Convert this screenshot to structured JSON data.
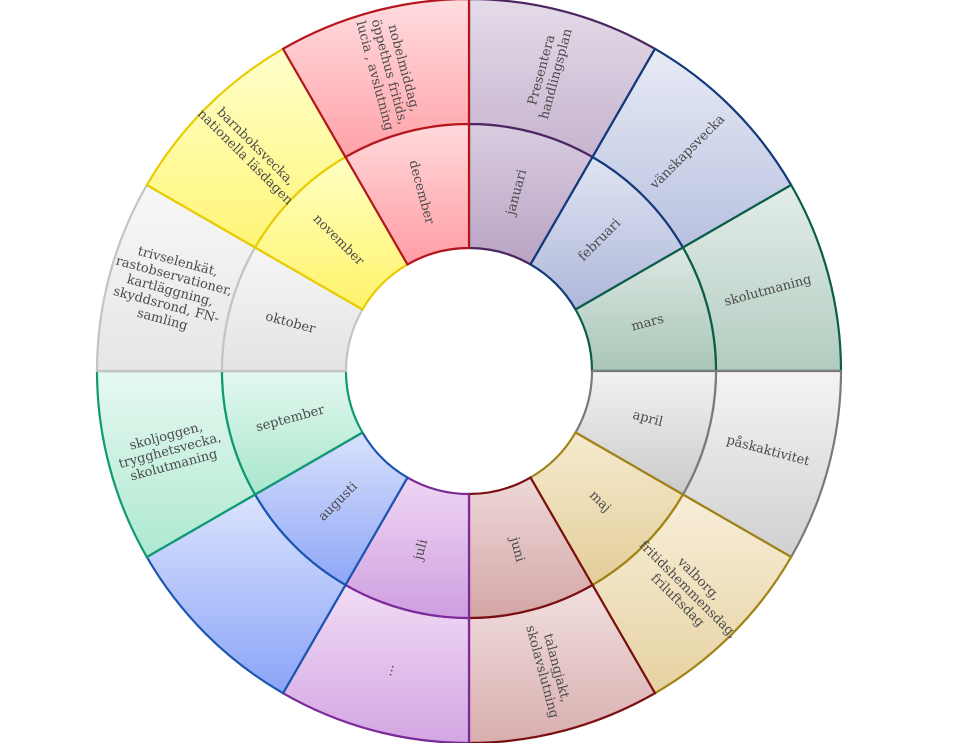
{
  "wheel": {
    "months": [
      {
        "id": "januari",
        "label": "januari",
        "activity": [
          "Presentera",
          "handlingsplan"
        ],
        "stroke": "#4b2660",
        "inner": [
          "#d9cde0",
          "#b9a3c4"
        ],
        "outer": [
          "#e4dbe8",
          "#c6b4cf"
        ]
      },
      {
        "id": "februari",
        "label": "februari",
        "activity": [
          "vänskapsvecka"
        ],
        "stroke": "#123a7a",
        "inner": [
          "#e0e4f2",
          "#aeb7d9"
        ],
        "outer": [
          "#e8ebf6",
          "#b8c1df"
        ]
      },
      {
        "id": "mars",
        "label": "mars",
        "activity": [
          "skolutmaning"
        ],
        "stroke": "#0b5e47",
        "inner": [
          "#dce8e2",
          "#a9c6b8"
        ],
        "outer": [
          "#e3ede8",
          "#b2ccc0"
        ]
      },
      {
        "id": "april",
        "label": "april",
        "activity": [
          "påskaktivitet"
        ],
        "stroke": "#7a7a7a",
        "inner": [
          "#f2f2f2",
          "#cacaca"
        ],
        "outer": [
          "#f4f4f4",
          "#d0d0d0"
        ]
      },
      {
        "id": "maj",
        "label": "maj",
        "activity": [
          "valborg,",
          "fritidshemmensdag,",
          "friluftsdag"
        ],
        "stroke": "#a08214",
        "inner": [
          "#f6ead0",
          "#e3cd98"
        ],
        "outer": [
          "#f8eed9",
          "#e6d2a2"
        ]
      },
      {
        "id": "juni",
        "label": "juni",
        "activity": [
          "talangjakt,",
          "skolavslutning"
        ],
        "stroke": "#7a0f12",
        "inner": [
          "#eed8d8",
          "#d4a6a6"
        ],
        "outer": [
          "#f2dfdf",
          "#d8aeae"
        ]
      },
      {
        "id": "juli",
        "label": "juli",
        "activity": [
          "..."
        ],
        "stroke": "#7b2a9a",
        "inner": [
          "#efd6f4",
          "#cf9fe0"
        ],
        "outer": [
          "#f1dcf5",
          "#d3a6e3"
        ]
      },
      {
        "id": "augusti",
        "label": "augusti",
        "activity": [],
        "stroke": "#1a55b0",
        "inner": [
          "#d9e1fc",
          "#8ea6f7"
        ],
        "outer": [
          "#dbe3fd",
          "#8aa4f8"
        ]
      },
      {
        "id": "september",
        "label": "september",
        "activity": [
          "skoljoggen,",
          "trygghetsvecka,",
          "skolutmaning"
        ],
        "stroke": "#0e9a72",
        "inner": [
          "#e3f8ef",
          "#a9e6cd"
        ],
        "outer": [
          "#e6f9f1",
          "#aee8d0"
        ]
      },
      {
        "id": "oktober",
        "label": "oktober",
        "activity": [
          "trivselenkät,",
          "rastobservationer,",
          "kartläggning,",
          "skyddsrond, FN-",
          "samling"
        ],
        "stroke": "#c4c4c4",
        "inner": [
          "#f6f6f6",
          "#e3e3e3"
        ],
        "outer": [
          "#f7f7f7",
          "#e6e6e6"
        ]
      },
      {
        "id": "november",
        "label": "november",
        "activity": [
          "barnboksvecka,",
          "nationella läsdagen"
        ],
        "stroke": "#e8cc00",
        "inner": [
          "#ffffc4",
          "#fff36a"
        ],
        "outer": [
          "#ffffcc",
          "#fff577"
        ]
      },
      {
        "id": "december",
        "label": "december",
        "activity": [
          "nobelmiddag,",
          "öppethus fritids,",
          "lucia , avslutning"
        ],
        "stroke": "#b3161c",
        "inner": [
          "#ffd9dc",
          "#ff9da3"
        ],
        "outer": [
          "#ffdcdf",
          "#ffa2a8"
        ]
      }
    ]
  }
}
